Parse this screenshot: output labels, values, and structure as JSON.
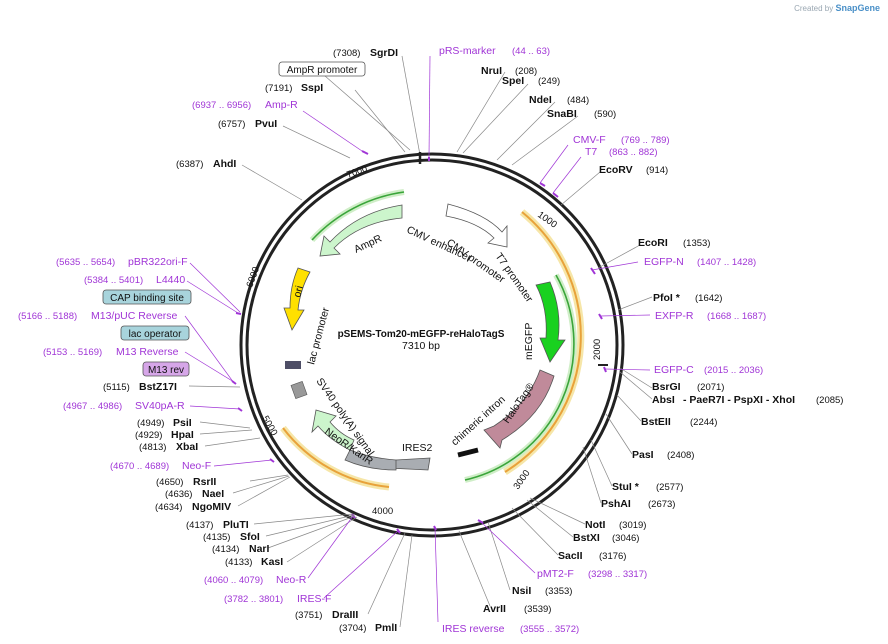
{
  "credit": {
    "prefix": "Created by",
    "brand": "SnapGene"
  },
  "plasmid": {
    "name": "pSEMS-Tom20-mEGFP-reHaloTagS",
    "size": "7310 bp"
  },
  "ticks": [
    "1000",
    "2000",
    "3000",
    "4000",
    "5000",
    "6000",
    "7000"
  ],
  "features": {
    "cmv_enhancer": "CMV enhancer",
    "cmv_promoter": "CMV promoter",
    "t7_promoter": "T7 promoter",
    "megfp": "mEGFP",
    "halotag": "HaloTag®",
    "chimeric_intron": "chimeric intron",
    "ires2": "IRES2",
    "neor": "NeoR/KanR",
    "sv40_polya": "SV40 poly(A) signal",
    "lac_promoter": "lac promoter",
    "ori": "ori",
    "ampr": "AmpR"
  },
  "boxes": {
    "ampr_promoter": "AmpR promoter",
    "cap_site": "CAP binding site",
    "lac_operator": "lac operator",
    "m13rev": "M13 rev"
  },
  "enzymes": {
    "sgrdi": {
      "pos": "(7308)",
      "name": "SgrDI"
    },
    "sspi": {
      "pos": "(7191)",
      "name": "SspI"
    },
    "pvui": {
      "pos": "(6757)",
      "name": "PvuI"
    },
    "ahdi": {
      "pos": "(6387)",
      "name": "AhdI"
    },
    "nrui": {
      "name": "NruI",
      "pos": "(208)"
    },
    "spei": {
      "name": "SpeI",
      "pos": "(249)"
    },
    "ndei": {
      "name": "NdeI",
      "pos": "(484)"
    },
    "snabi": {
      "name": "SnaBI",
      "pos": "(590)"
    },
    "ecorv": {
      "name": "EcoRV",
      "pos": "(914)"
    },
    "ecori": {
      "name": "EcoRI",
      "pos": "(1353)"
    },
    "pfoi": {
      "name": "PfoI *",
      "pos": "(1642)"
    },
    "bsrgi": {
      "name": "BsrGI",
      "pos": "(2071)"
    },
    "absi": {
      "name": "AbsI",
      "others": "- PaeR7I - PspXI - XhoI",
      "pos": "(2085)"
    },
    "bsteii": {
      "name": "BstEII",
      "pos": "(2244)"
    },
    "pasi": {
      "name": "PasI",
      "pos": "(2408)"
    },
    "stui": {
      "name": "StuI *",
      "pos": "(2577)"
    },
    "pshai": {
      "name": "PshAI",
      "pos": "(2673)"
    },
    "noti": {
      "name": "NotI",
      "pos": "(3019)"
    },
    "bstxi": {
      "name": "BstXI",
      "pos": "(3046)"
    },
    "sacii": {
      "name": "SacII",
      "pos": "(3176)"
    },
    "nsii": {
      "name": "NsiI",
      "pos": "(3353)"
    },
    "avrii": {
      "name": "AvrII",
      "pos": "(3539)"
    },
    "pmli": {
      "pos": "(3704)",
      "name": "PmlI"
    },
    "draiii": {
      "pos": "(3751)",
      "name": "DraIII"
    },
    "kasi": {
      "pos": "(4133)",
      "name": "KasI"
    },
    "nari": {
      "pos": "(4134)",
      "name": "NarI"
    },
    "sfoi": {
      "pos": "(4135)",
      "name": "SfoI"
    },
    "pluti": {
      "pos": "(4137)",
      "name": "PluTI"
    },
    "ngomiv": {
      "pos": "(4634)",
      "name": "NgoMIV"
    },
    "naei": {
      "pos": "(4636)",
      "name": "NaeI"
    },
    "rsrii": {
      "pos": "(4650)",
      "name": "RsrII"
    },
    "xbai": {
      "pos": "(4813)",
      "name": "XbaI"
    },
    "hpai": {
      "pos": "(4929)",
      "name": "HpaI"
    },
    "psii": {
      "pos": "(4949)",
      "name": "PsiI"
    },
    "bstz17i": {
      "pos": "(5115)",
      "name": "BstZ17I"
    }
  },
  "primers": {
    "prs_marker": {
      "name": "pRS-marker",
      "range": "(44 .. 63)"
    },
    "ampr": {
      "range": "(6937 .. 6956)",
      "name": "Amp-R"
    },
    "cmvf": {
      "name": "CMV-F",
      "range": "(769 .. 789)"
    },
    "t7": {
      "name": "T7",
      "range": "(863 .. 882)"
    },
    "egfpn": {
      "name": "EGFP-N",
      "range": "(1407 .. 1428)"
    },
    "egfpr": {
      "name": "EXFP-R",
      "range": "(1668 .. 1687)"
    },
    "egfpc": {
      "name": "EGFP-C",
      "range": "(2015 .. 2036)"
    },
    "pmt2f": {
      "name": "pMT2-F",
      "range": "(3298 .. 3317)"
    },
    "iresrev": {
      "name": "IRES reverse",
      "range": "(3555 .. 3572)"
    },
    "iresf": {
      "range": "(3782 .. 3801)",
      "name": "IRES-F"
    },
    "neor": {
      "range": "(4060 .. 4079)",
      "name": "Neo-R"
    },
    "neof": {
      "range": "(4670 .. 4689)",
      "name": "Neo-F"
    },
    "sv40par": {
      "range": "(4967 .. 4986)",
      "name": "SV40pA-R"
    },
    "m13rev": {
      "range": "(5153 .. 5169)",
      "name": "M13 Reverse"
    },
    "m13puc": {
      "range": "(5166 .. 5188)",
      "name": "M13/pUC Reverse"
    },
    "l4440": {
      "range": "(5384 .. 5401)",
      "name": "L4440"
    },
    "pbr322": {
      "range": "(5635 .. 5654)",
      "name": "pBR322ori-F"
    }
  },
  "colors": {
    "backbone": "#222222",
    "primer": "#a035d6",
    "egfp": "#19d11f",
    "halotag": "#c08a9a",
    "ires": "#a9adb2",
    "ampr_fill": "#ccf5cc",
    "ori_fill": "#ffe000",
    "orf_outline": "#e8a23a",
    "orf_glow": "#f6e6a8",
    "cap_box": "#a8d4dc",
    "m13_box": "#d6a6e8"
  }
}
